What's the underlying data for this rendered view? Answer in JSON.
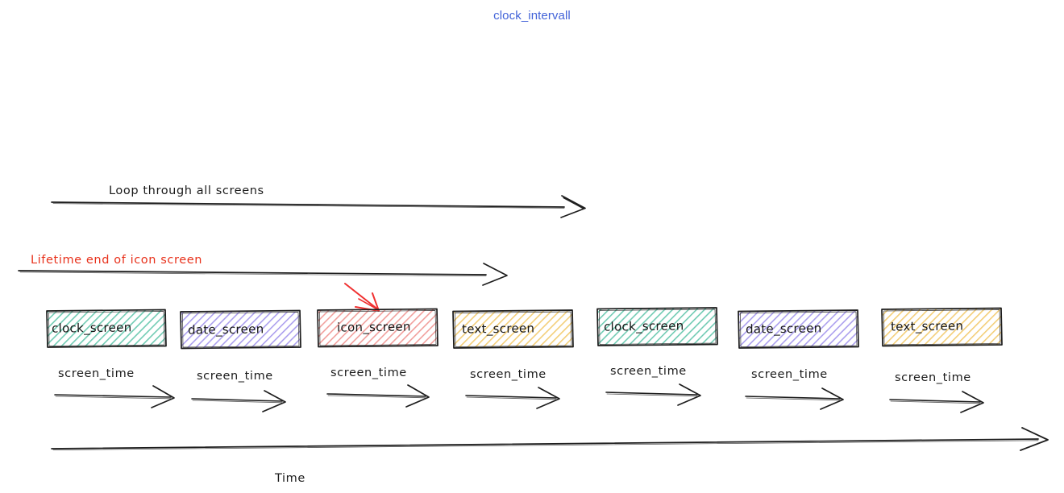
{
  "title": "clock_intervall",
  "title_color": "#4263d8",
  "background_color": "#ffffff",
  "annotations": {
    "loop_arrow_label": "Loop through all screens",
    "lifetime_arrow_label": "Lifetime end of icon screen",
    "lifetime_label_color": "#e8311b",
    "time_axis_label": "Time",
    "pointer_arrow_color": "#f03030",
    "pointer_arrow_target": "icon_screen"
  },
  "screens": [
    {
      "label": "clock_screen",
      "color": "#3fb99a",
      "fill": "#ffffff",
      "duration_label": "screen_time"
    },
    {
      "label": "date_screen",
      "color": "#8b7ae8",
      "fill": "#ffffff",
      "duration_label": "screen_time"
    },
    {
      "label": "icon_screen",
      "color": "#e8635f",
      "fill": "#ffffff",
      "duration_label": "screen_time"
    },
    {
      "label": "text_screen",
      "color": "#eebb44",
      "fill": "#ffffff",
      "duration_label": "screen_time"
    },
    {
      "label": "clock_screen",
      "color": "#3fb99a",
      "fill": "#ffffff",
      "duration_label": "screen_time"
    },
    {
      "label": "date_screen",
      "color": "#8b7ae8",
      "fill": "#ffffff",
      "duration_label": "screen_time"
    },
    {
      "label": "text_screen",
      "color": "#eebb44",
      "fill": "#ffffff",
      "duration_label": "screen_time"
    }
  ]
}
